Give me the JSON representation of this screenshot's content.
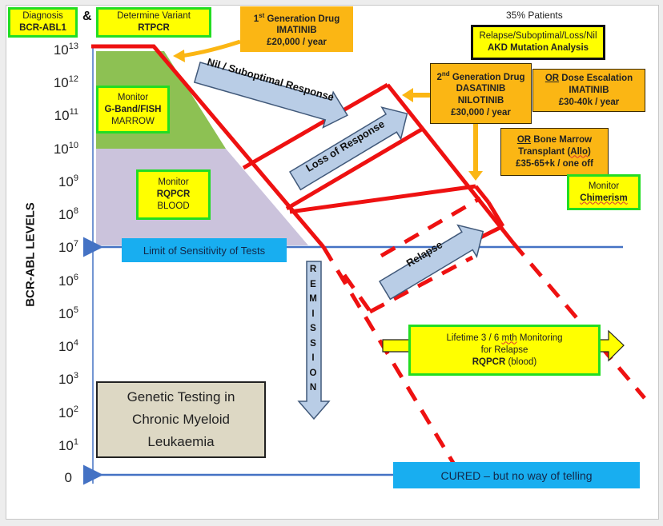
{
  "title": "Genetic Testing in Chronic Myeloid Leukaemia",
  "title_lines": [
    "Genetic Testing in",
    "Chronic Myeloid",
    "Leukaemia"
  ],
  "colors": {
    "red_line": "#ee1111",
    "green_zone": "#8dc153",
    "purple_zone": "#cbc3dc",
    "blue_arrow_fill": "#b9cde6",
    "blue_arrow_border": "#41597a",
    "axis_line": "#4472c4",
    "orange_box": "#fbb614",
    "yellow_box": "#ffff00",
    "green_border": "#22dd22",
    "cyan_label": "#18aef0"
  },
  "y_axis": {
    "label": "BCR-ABL LEVELS",
    "ticks": [
      {
        "base": "10",
        "exp": "13"
      },
      {
        "base": "10",
        "exp": "12"
      },
      {
        "base": "10",
        "exp": "11"
      },
      {
        "base": "10",
        "exp": "10"
      },
      {
        "base": "10",
        "exp": "9"
      },
      {
        "base": "10",
        "exp": "8"
      },
      {
        "base": "10",
        "exp": "7"
      },
      {
        "base": "10",
        "exp": "6"
      },
      {
        "base": "10",
        "exp": "5"
      },
      {
        "base": "10",
        "exp": "4"
      },
      {
        "base": "10",
        "exp": "3"
      },
      {
        "base": "10",
        "exp": "2"
      },
      {
        "base": "10",
        "exp": "1"
      },
      {
        "base": "0",
        "exp": ""
      }
    ]
  },
  "top": {
    "diagnosis": {
      "line1": "Diagnosis",
      "line2": "BCR-ABL1"
    },
    "ampersand": "&",
    "variant": {
      "line1": "Determine Variant",
      "line2": "RTPCR"
    },
    "first_gen": {
      "sup_prefix": "1",
      "sup": "st",
      "line1": " Generation Drug",
      "line2": "IMATINIB",
      "line3": "£20,000 / year"
    },
    "patients_pct": "35% Patients",
    "mutation": {
      "line1": "Relapse/Suboptimal/Loss/Nil",
      "line2": "AKD Mutation Analysis"
    }
  },
  "right": {
    "second_gen": {
      "sup_prefix": "2",
      "sup": "nd",
      "line1": " Generation Drug",
      "line2": "DASATINIB",
      "line3": "NILOTINIB",
      "line4": "£30,000 / year"
    },
    "dose_escalation": {
      "or": "OR",
      "line1": " Dose Escalation",
      "line2": "IMATINIB",
      "line3": "£30-40k / year"
    },
    "bone_marrow": {
      "or": "OR",
      "line1": " Bone Marrow",
      "line2a": "Transplant (",
      "allo": "Allo",
      "line2b": ")",
      "line3": "£35-65+k / one off"
    },
    "chimerism": {
      "line1": "Monitor",
      "line2": "Chimerism"
    }
  },
  "zones": {
    "marrow": {
      "line1": "Monitor",
      "line2": "G-Band/FISH",
      "line3": "MARROW"
    },
    "blood": {
      "line1": "Monitor",
      "line2": "RQPCR",
      "line3": "BLOOD"
    }
  },
  "arrows": {
    "nil_suboptimal": "Nil / Suboptimal Response",
    "loss_of_response": "Loss of Response",
    "relapse": "Relapse",
    "remission_letters": [
      "R",
      "E",
      "M",
      "I",
      "S",
      "S",
      "I",
      "O",
      "N"
    ]
  },
  "limit_label": "Limit of Sensitivity of Tests",
  "lifetime": {
    "line1a": "Lifetime 3 / 6 ",
    "mth": "mth",
    "line1b": " Monitoring",
    "line2": "for Relapse",
    "line3a": "RQPCR",
    "line3b": " (blood)"
  },
  "cured_label": "CURED – but no way of telling"
}
